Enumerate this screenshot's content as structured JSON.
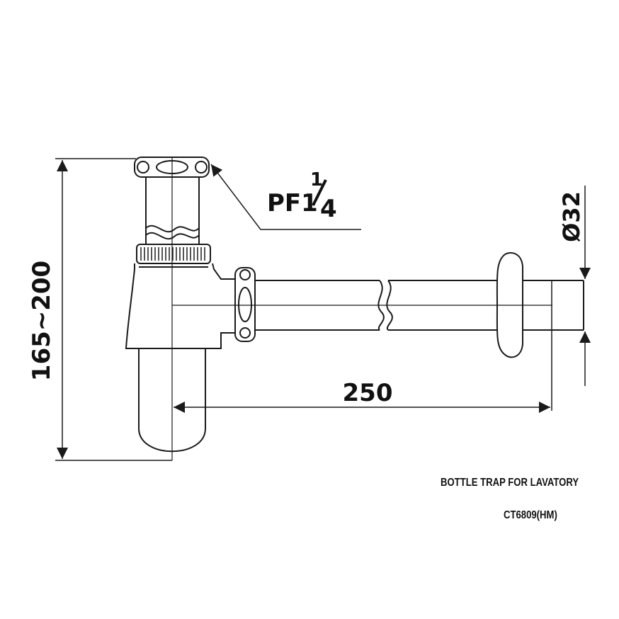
{
  "dimensions": {
    "height": "165~200",
    "length": "250",
    "diameter": "Ø32",
    "thread_prefix": "PF1",
    "thread_num": "1",
    "thread_den": "4"
  },
  "caption": {
    "title": "BOTTLE TRAP FOR LAVATORY",
    "model": "CT6809(HM)"
  },
  "colors": {
    "line": "#1a1a1a",
    "background": "#ffffff"
  }
}
